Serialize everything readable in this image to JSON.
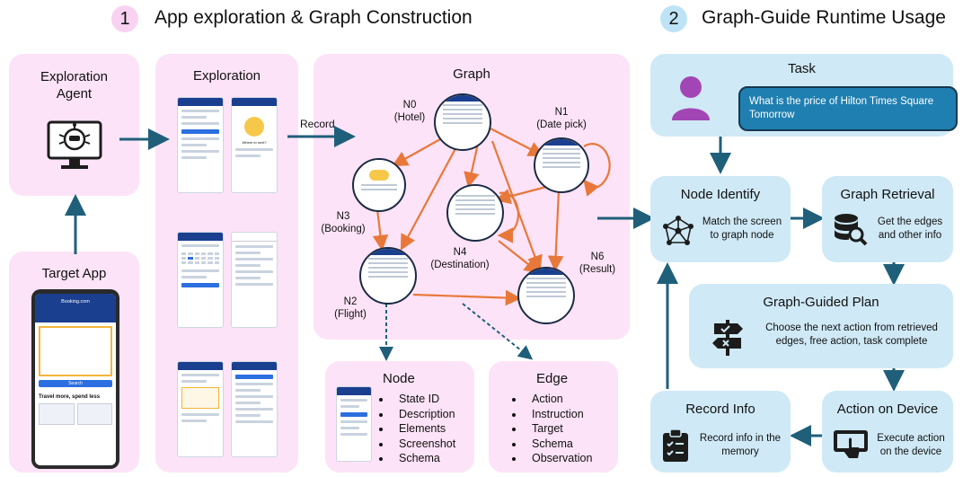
{
  "section1": {
    "number": "1",
    "title": "App exploration & Graph Construction"
  },
  "section2": {
    "number": "2",
    "title": "Graph-Guide Runtime Usage"
  },
  "exploration_agent": {
    "title": "Exploration Agent"
  },
  "target_app": {
    "title": "Target App",
    "app_name": "Booking.com",
    "search_label": "Search",
    "promo_title": "Travel more, spend less"
  },
  "exploration": {
    "title": "Exploration",
    "screen_text": "Where to next?"
  },
  "record_label": "Record",
  "graph": {
    "title": "Graph",
    "nodes": [
      {
        "id": "N0",
        "name": "(Hotel)"
      },
      {
        "id": "N1",
        "name": "(Date pick)"
      },
      {
        "id": "N3",
        "name": "(Booking)"
      },
      {
        "id": "N4",
        "name": "(Destination)"
      },
      {
        "id": "N6",
        "name": "(Result)"
      },
      {
        "id": "N2",
        "name": "(Flight)"
      }
    ]
  },
  "node_box": {
    "title": "Node",
    "items": [
      "State ID",
      "Description",
      "Elements",
      "Screenshot",
      "Schema"
    ]
  },
  "edge_box": {
    "title": "Edge",
    "items": [
      "Action",
      "Instruction",
      "Target",
      "Schema",
      "Observation"
    ]
  },
  "task": {
    "title": "Task",
    "text": "What is the price of Hilton Times Square Tomorrow"
  },
  "node_identify": {
    "title": "Node Identify",
    "text": "Match the screen to graph node"
  },
  "graph_retrieval": {
    "title": "Graph Retrieval",
    "text": "Get the edges and other info"
  },
  "graph_guided_plan": {
    "title": "Graph-Guided Plan",
    "text": "Choose the next action from retrieved edges, free action, task complete"
  },
  "record_info": {
    "title": "Record Info",
    "text": "Record info in the memory"
  },
  "action_on_device": {
    "title": "Action on Device",
    "text": "Execute action on the device"
  },
  "colors": {
    "pink": "#fde3f7",
    "blue": "#cfe9f6",
    "arrow_teal": "#1f5f7a",
    "edge_orange": "#e8783a"
  }
}
